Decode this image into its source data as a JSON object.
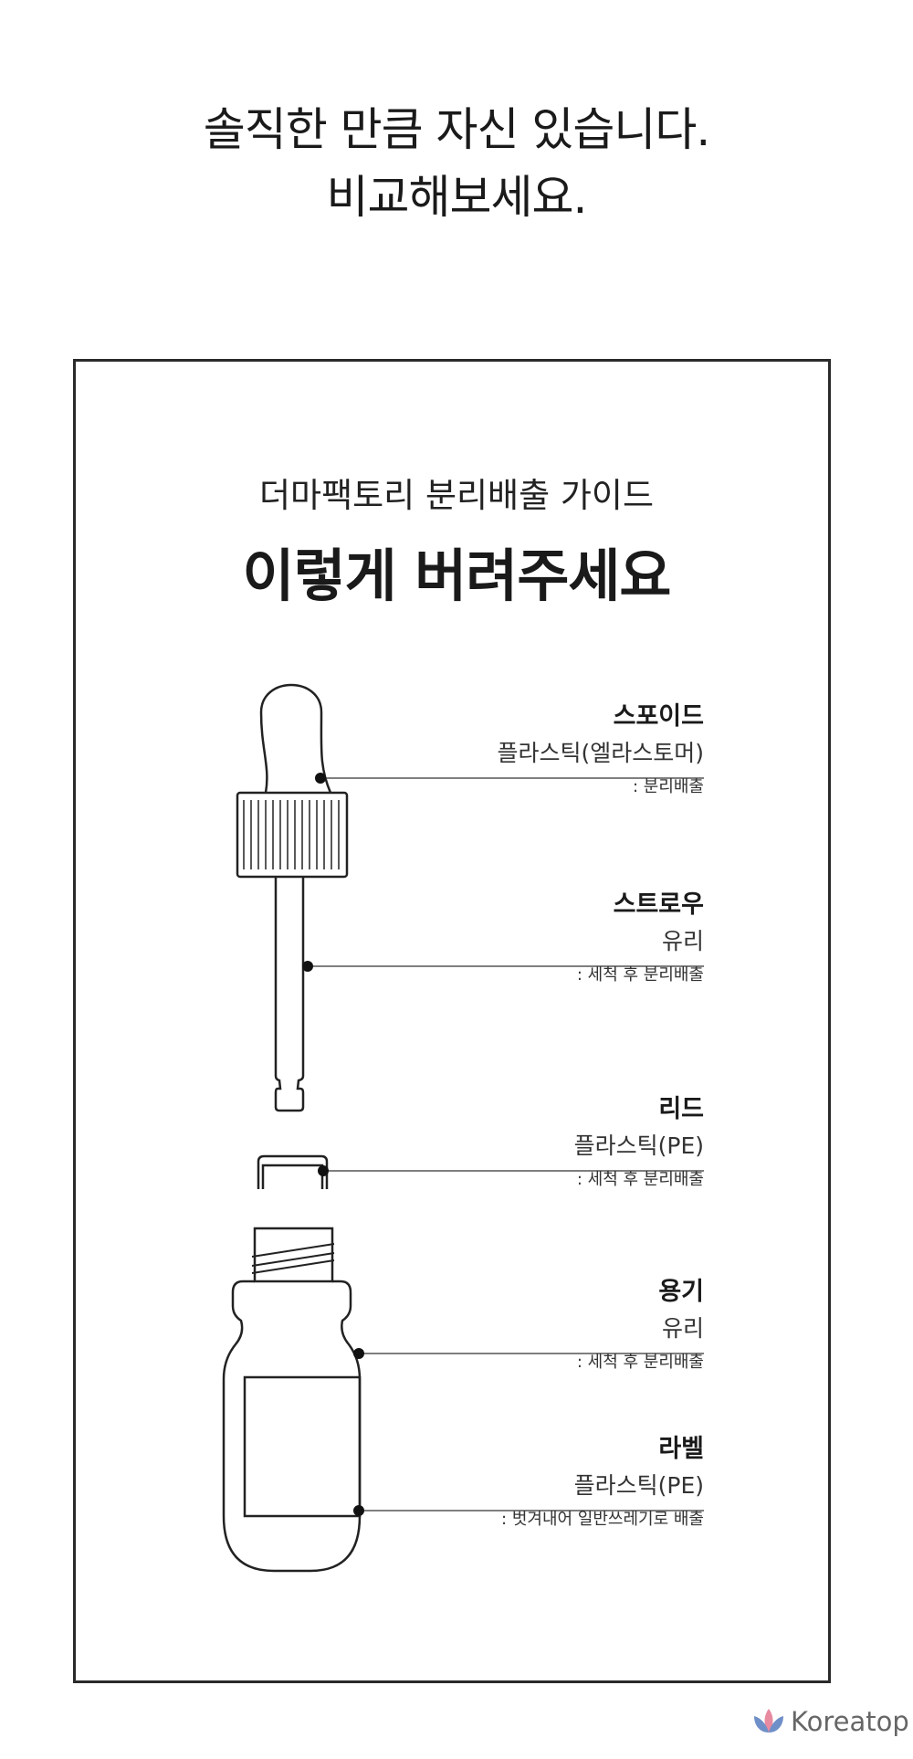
{
  "headline": {
    "line1": "솔직한 만큼 자신 있습니다.",
    "line2": "비교해보세요."
  },
  "guide": {
    "subtitle": "더마팩토리 분리배출 가이드",
    "title": "이렇게 버려주세요"
  },
  "parts": [
    {
      "name": "스포이드",
      "material": "플라스틱(엘라스토머)",
      "note": ": 분리배출"
    },
    {
      "name": "스트로우",
      "material": "유리",
      "note": ": 세척 후 분리배출"
    },
    {
      "name": "리드",
      "material": "플라스틱(PE)",
      "note": ": 세척 후 분리배출"
    },
    {
      "name": "용기",
      "material": "유리",
      "note": ": 세척 후 분리배출"
    },
    {
      "name": "라벨",
      "material": "플라스틱(PE)",
      "note": ": 벗겨내어 일반쓰레기로 배출"
    }
  ],
  "brand": {
    "name": "Koreatop",
    "colors": {
      "petal_pink": "#e88aa0",
      "petal_blue": "#6f8fc8"
    }
  }
}
